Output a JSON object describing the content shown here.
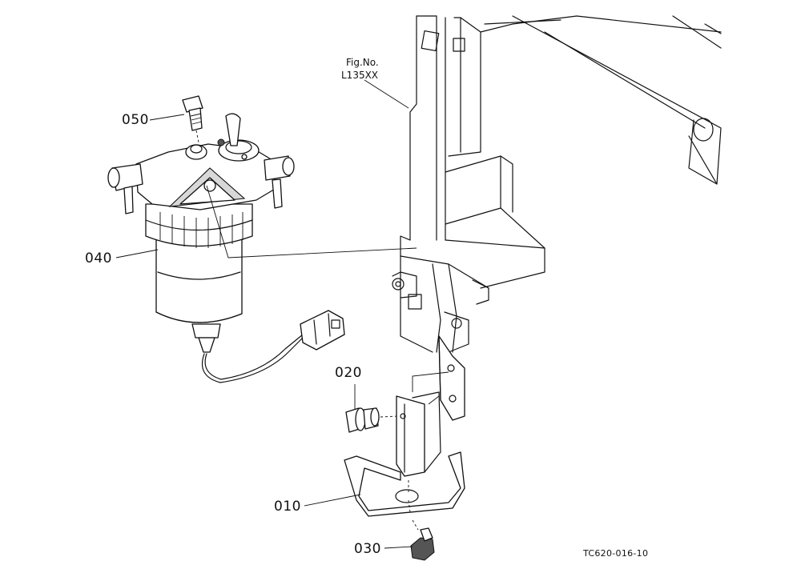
{
  "figure": {
    "reference_label": "Fig.No.",
    "reference_number": "L135XX",
    "drawing_code": "TC620-016-10"
  },
  "parts": [
    {
      "id": "part-050",
      "label": "050"
    },
    {
      "id": "part-040",
      "label": "040"
    },
    {
      "id": "part-020",
      "label": "020"
    },
    {
      "id": "part-010",
      "label": "010"
    },
    {
      "id": "part-030",
      "label": "030"
    }
  ]
}
